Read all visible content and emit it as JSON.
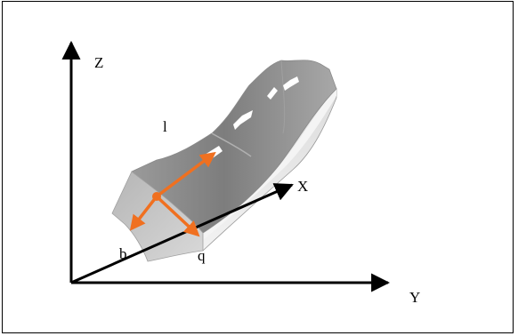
{
  "axes": {
    "z_label": "Z",
    "x_label": "X",
    "y_label": "Y",
    "axis_color": "#000000"
  },
  "beam": {
    "length_label": "l",
    "width_label": "b",
    "thickness_label": "q",
    "surface_color": "#8f8f8f",
    "side_color": "#e6e6e6"
  },
  "local_frame": {
    "color": "#f07020"
  }
}
